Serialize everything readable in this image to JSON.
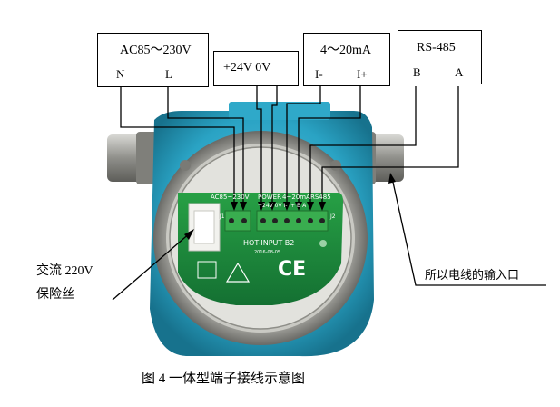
{
  "boxes": {
    "ac": {
      "title": "AC85～230V",
      "left_pin": "N",
      "right_pin": "L"
    },
    "dc": {
      "title": "+24V 0V"
    },
    "current": {
      "title": "4～20mA",
      "left_pin": "I-",
      "right_pin": "I+"
    },
    "rs485": {
      "title": "RS-485",
      "left_pin": "B",
      "right_pin": "A"
    }
  },
  "annotations": {
    "fuse_line1": "交流 220V",
    "fuse_line2": "保险丝",
    "cable_inlet": "所以电线的输入口"
  },
  "pcb": {
    "label_ac": "AC85~230V",
    "label_power": "POWER",
    "label_current": "4~20mA",
    "label_rs": "RS485",
    "pin_row": "+24V 0V  I-  I+  B  A",
    "board_name": "HOT-INPUT B2",
    "board_date": "2016-08-05",
    "ce_mark": "CE",
    "j1": "J1",
    "j2": "J2"
  },
  "caption": "图 4  一体型端子接线示意图",
  "colors": {
    "housing": "#2aa3c4",
    "housing_dark": "#1c7f9c",
    "metal": "#a9a9a4",
    "pcb": "#1f8a3a",
    "terminal": "#36a84a"
  }
}
